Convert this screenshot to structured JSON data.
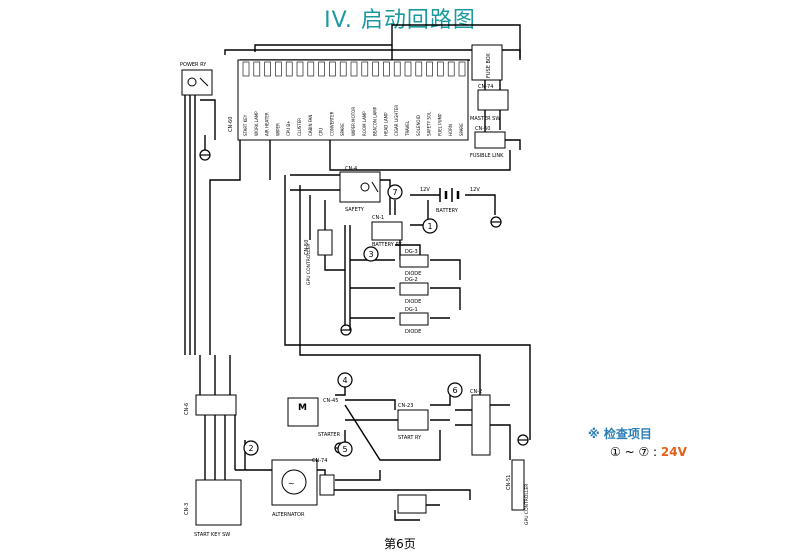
{
  "title": {
    "roman": "IV.",
    "text": "启动回路图"
  },
  "footer": "第6页",
  "check": {
    "mark": "※",
    "title": "检查项目",
    "range": "① ~ ⑦ :",
    "value": "24V",
    "value_color": "#e2611a"
  },
  "markers": [
    "1",
    "2",
    "3",
    "4",
    "5",
    "6",
    "7"
  ],
  "labels": {
    "power_ry": "POWER RY",
    "cn_60": "CN-60",
    "fuse_box": "FUSE BOX",
    "cn_74": "CN-74",
    "master_sw": "MASTER SW",
    "cn_60b": "CN-60",
    "fusible_link": "FUSIBLE LINK",
    "cn_4": "CN-4",
    "safety": "SAFETY",
    "cn_1": "CN-1",
    "battery_ry": "BATTERY RY",
    "battery": "BATTERY",
    "v12": "12V",
    "cn_50": "CN-50",
    "gpu_controller": "GPU CONTROLLER",
    "dg_3": "DG-3",
    "dg_2": "DG-2",
    "dg_1": "DG-1",
    "diode": "DIODE",
    "cn_45": "CN-45",
    "starter": "STARTER",
    "m": "M",
    "cn_23": "CN-23",
    "start_ry": "START RY",
    "cn_2": "CN-2",
    "cn_3": "CN-3",
    "cn_74b": "CN-74",
    "alternator": "ALTERNATOR",
    "cn_6": "CN-6",
    "start_key_sw": "START KEY SW",
    "cn_51": "CN-51",
    "gpu_controller2": "GPU CONTROLLER"
  },
  "fuse_labels": [
    "START KEY",
    "WORK LAMP",
    "AIR HEATER",
    "WIPER",
    "CPU B+",
    "CLUSTER",
    "CABIN FAN",
    "CPU",
    "CONVERTER",
    "SPARE",
    "WIPER MOTOR",
    "ROOM LAMP",
    "BEACON LAMP",
    "HEAD LAMP",
    "CIGAR LIGHTER",
    "TRAVEL",
    "SOLENOID",
    "SAFETY SOL",
    "FUEL PUMP",
    "HORN",
    "SPARE"
  ]
}
